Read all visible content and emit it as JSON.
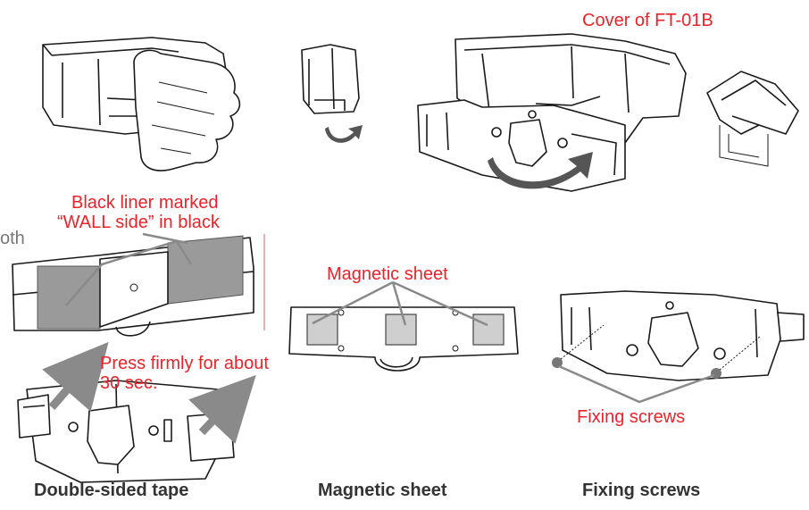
{
  "labels": {
    "cover": "Cover of FT-01B",
    "liner_line1": "Black liner marked",
    "liner_line2": "“WALL side” in black",
    "press_line1": "Press firmly for about",
    "press_line2": "30 sec.",
    "magnetic_sheet": "Magnetic sheet",
    "fixing_screws": "Fixing screws",
    "edge_fragment": "oth"
  },
  "captions": {
    "tape": "Double-sided tape",
    "magnetic": "Magnetic sheet",
    "screws": "Fixing screws"
  },
  "colors": {
    "label": "#e8242b",
    "caption": "#333333",
    "line_art": "#1a1a1a",
    "callout": "#8a8a8a",
    "arrow": "#555555"
  },
  "icons": [
    "hand-icon",
    "curved-arrow-icon",
    "up-arrow-icon",
    "screw-icon"
  ]
}
